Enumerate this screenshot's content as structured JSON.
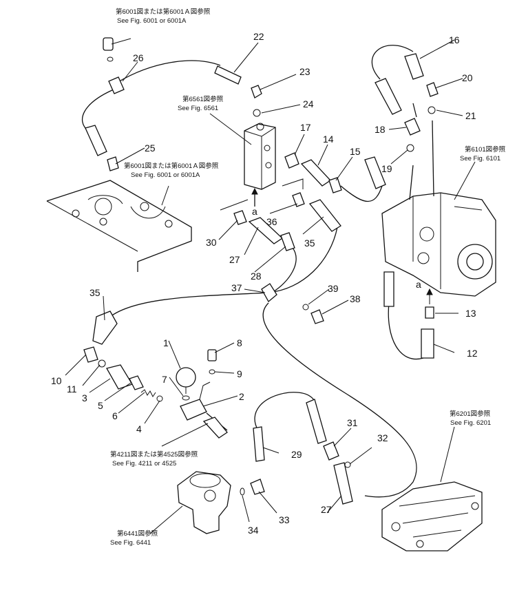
{
  "callouts": [
    {
      "id": "c1",
      "label": "1"
    },
    {
      "id": "c2",
      "label": "2"
    },
    {
      "id": "c3",
      "label": "3"
    },
    {
      "id": "c4",
      "label": "4"
    },
    {
      "id": "c5",
      "label": "5"
    },
    {
      "id": "c6",
      "label": "6"
    },
    {
      "id": "c7",
      "label": "7"
    },
    {
      "id": "c8",
      "label": "8"
    },
    {
      "id": "c9",
      "label": "9"
    },
    {
      "id": "c10",
      "label": "10"
    },
    {
      "id": "c11",
      "label": "11"
    },
    {
      "id": "c12",
      "label": "12"
    },
    {
      "id": "c13",
      "label": "13"
    },
    {
      "id": "c14",
      "label": "14"
    },
    {
      "id": "c15",
      "label": "15"
    },
    {
      "id": "c16",
      "label": "16"
    },
    {
      "id": "c17",
      "label": "17"
    },
    {
      "id": "c18",
      "label": "18"
    },
    {
      "id": "c19",
      "label": "19"
    },
    {
      "id": "c20",
      "label": "20"
    },
    {
      "id": "c21",
      "label": "21"
    },
    {
      "id": "c22",
      "label": "22"
    },
    {
      "id": "c23",
      "label": "23"
    },
    {
      "id": "c24",
      "label": "24"
    },
    {
      "id": "c25",
      "label": "25"
    },
    {
      "id": "c26",
      "label": "26"
    },
    {
      "id": "c27a",
      "label": "27"
    },
    {
      "id": "c27b",
      "label": "27"
    },
    {
      "id": "c28",
      "label": "28"
    },
    {
      "id": "c29",
      "label": "29"
    },
    {
      "id": "c30",
      "label": "30"
    },
    {
      "id": "c31",
      "label": "31"
    },
    {
      "id": "c32",
      "label": "32"
    },
    {
      "id": "c33",
      "label": "33"
    },
    {
      "id": "c34",
      "label": "34"
    },
    {
      "id": "c35a",
      "label": "35"
    },
    {
      "id": "c35b",
      "label": "35"
    },
    {
      "id": "c36",
      "label": "36"
    },
    {
      "id": "c37",
      "label": "37"
    },
    {
      "id": "c38",
      "label": "38"
    },
    {
      "id": "c39",
      "label": "39"
    }
  ],
  "references": {
    "ref_6001_top": {
      "jp": "第6001図または第6001Ａ図参照",
      "en": "See Fig. 6001 or 6001A"
    },
    "ref_6001_mid": {
      "jp": "第6001図または第6001Ａ図参照",
      "en": "See Fig. 6001 or 6001A"
    },
    "ref_6561": {
      "jp": "第6561図参照",
      "en": "See Fig. 6561"
    },
    "ref_6101": {
      "jp": "第6101図参照",
      "en": "See Fig. 6101"
    },
    "ref_6201": {
      "jp": "第6201図参照",
      "en": "See Fig. 6201"
    },
    "ref_4211": {
      "jp": "第4211図または第4525図参照",
      "en": "See Fig. 4211 or 4525"
    },
    "ref_6441": {
      "jp": "第6441図参照",
      "en": "See Fig. 6441"
    }
  },
  "markers": {
    "a1": "a",
    "a2": "a"
  }
}
